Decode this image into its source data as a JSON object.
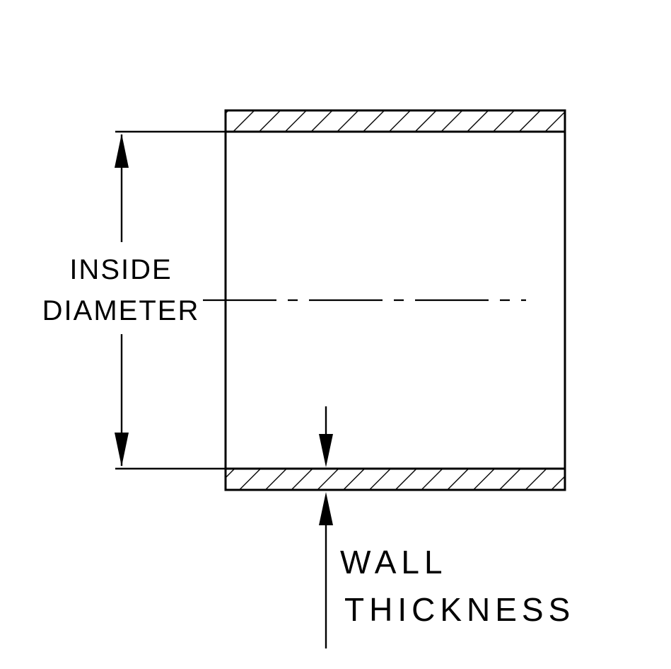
{
  "diagram": {
    "labels": {
      "inside_line1": "INSIDE",
      "inside_line2": "DIAMETER",
      "wall_line1": "WALL",
      "wall_line2": "THICKNESS"
    },
    "colors": {
      "line": "#000000",
      "background": "#ffffff"
    }
  }
}
